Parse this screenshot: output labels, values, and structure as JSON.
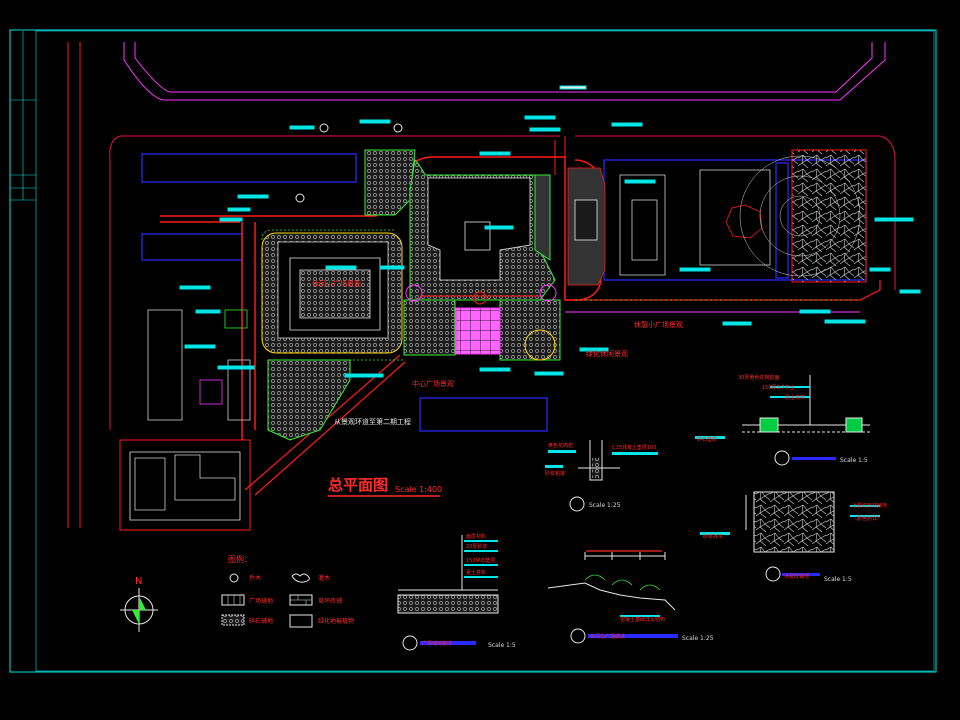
{
  "drawing": {
    "main_title": "总平面图",
    "main_scale": "Scale 1:400",
    "colors": {
      "background": "#000000",
      "frame": "#00e5e5",
      "boundary": "#e0144a",
      "road": "#ff1a1a",
      "magenta": "#ff33ff",
      "building": "#2a2aff",
      "tree": "#22ee22",
      "callout": "#00e5e5",
      "detail_line": "#ffffff",
      "title_text": "#ff2b2b"
    },
    "north_label": "N"
  },
  "site_labels": {
    "center_plaza": "中心广场景观",
    "path_node": "从景观环道至第二期工程",
    "rest_square": "休闲小广场景观",
    "side_square": "休憩小广场景观",
    "corner_garden": "绿化休闲景观"
  },
  "legend": {
    "title": "图例：",
    "items": [
      {
        "label": "乔木",
        "icon": "tree-symbol-icon"
      },
      {
        "label": "灌木",
        "icon": "shrub-symbol-icon"
      },
      {
        "label": "广场铺地",
        "icon": "grid-paving-icon"
      },
      {
        "label": "草坪砖铺",
        "icon": "brick-paving-icon"
      },
      {
        "label": "碎石铺地",
        "icon": "gravel-paving-icon"
      },
      {
        "label": "绿化地被植物",
        "icon": "groundcover-icon"
      }
    ]
  },
  "details": [
    {
      "id": "detail-1",
      "title": "",
      "scale": "Scale 1:25",
      "notes": [
        "黄色花岗岩",
        "砂浆粘接",
        "C15混凝土垫层100"
      ]
    },
    {
      "id": "detail-2",
      "title": "",
      "scale": "Scale 1:5",
      "notes": [
        "30厚黄色花岗岩面",
        "150厚3:7灰土",
        "素土夯实",
        "碎石垫层"
      ]
    },
    {
      "id": "detail-3",
      "title": "冰裂纹铺地",
      "scale": "Scale 1:5",
      "notes": [
        "冰裂纹石材铺地",
        "（颜色另详）",
        "砂浆找平"
      ]
    },
    {
      "id": "detail-4",
      "title": "广场铺地做法",
      "scale": "Scale 1:5",
      "notes": [
        "面层材料",
        "20厚砂浆",
        "150碎石垫层",
        "素土夯实"
      ]
    },
    {
      "id": "detail-5",
      "title": "休闲小广场做法",
      "scale": "Scale 1:25",
      "notes": [
        "混凝土基础详见结构"
      ]
    }
  ]
}
